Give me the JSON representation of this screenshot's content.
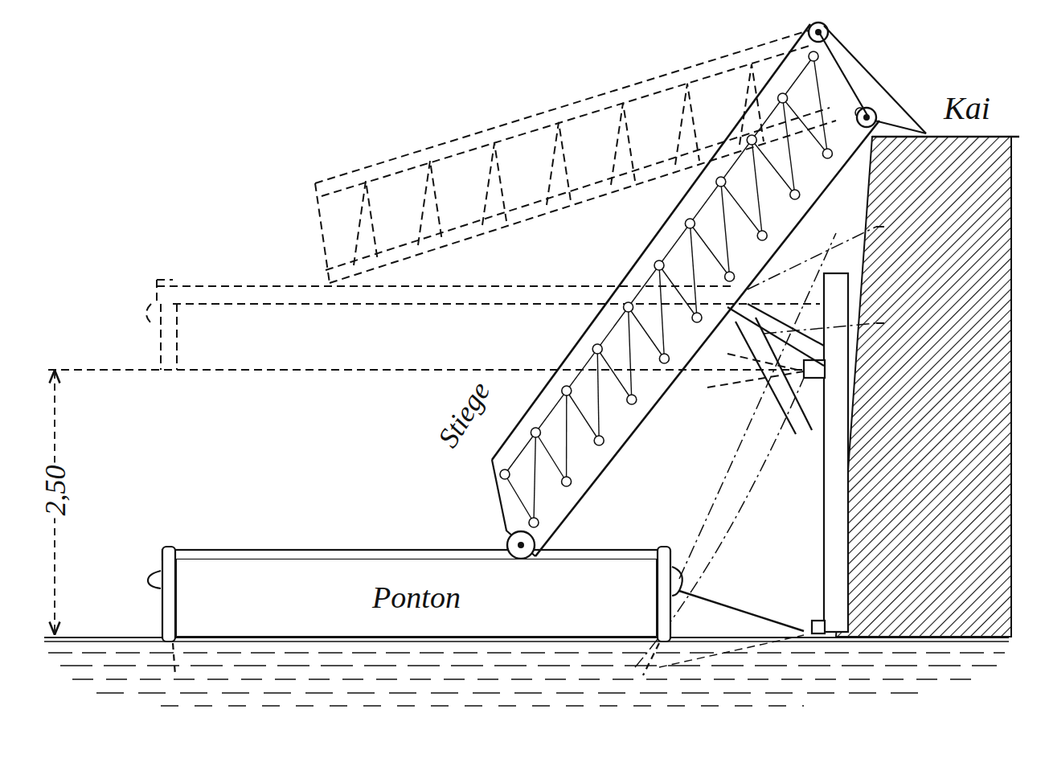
{
  "diagram": {
    "nodes": [
      {
        "text": [
          "Ponton"
        ]
      }
    ],
    "labels": [
      "Kai",
      "Stiege",
      "2,50"
    ]
  }
}
